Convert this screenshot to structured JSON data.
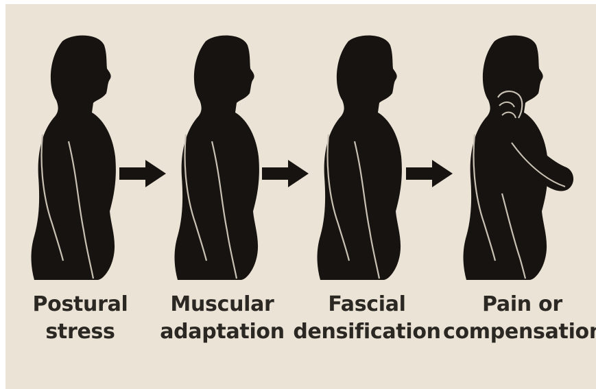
{
  "diagram": {
    "colors": {
      "background": "#ebe3d5",
      "silhouette": "#161311",
      "contour": "#c9c1b3",
      "text": "#2b2723"
    },
    "stages": [
      {
        "line1": "Postural",
        "line2": "stress",
        "icon": "standing-silhouette-icon"
      },
      {
        "line1": "Muscular",
        "line2": "adaptation",
        "icon": "standing-silhouette-icon"
      },
      {
        "line1": "Fascial",
        "line2": "densification",
        "icon": "standing-silhouette-icon"
      },
      {
        "line1": "Pain or",
        "line2": "compensation",
        "icon": "silhouette-holding-neck-icon"
      }
    ],
    "arrows": [
      "right-arrow-icon",
      "right-arrow-icon",
      "right-arrow-icon"
    ]
  }
}
